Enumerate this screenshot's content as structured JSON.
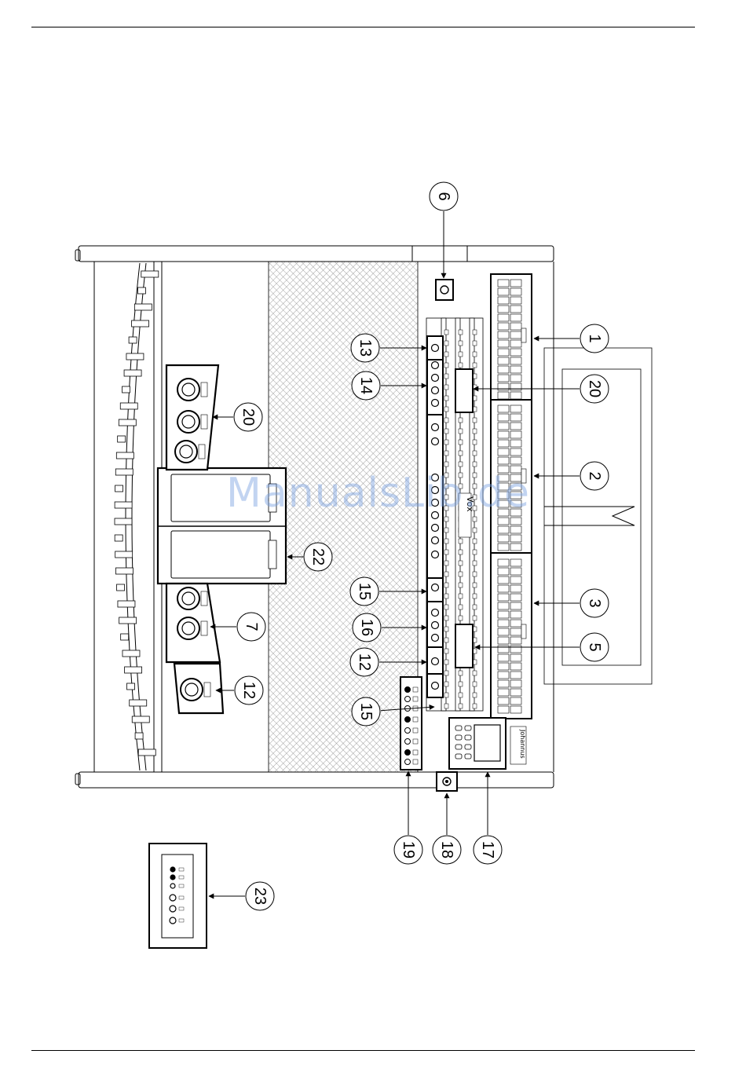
{
  "watermark": "ManualsLib.de",
  "brand_label": "Johannus",
  "display_label": "Vox",
  "callouts": [
    "1",
    "2",
    "3",
    "5",
    "6",
    "7",
    "12",
    "12",
    "13",
    "14",
    "15",
    "15",
    "16",
    "17",
    "18",
    "19",
    "20",
    "20",
    "22",
    "23"
  ],
  "colors": {
    "line": "#000000",
    "mesh": "#bdbdbd",
    "watermark": "#7aa0e1"
  },
  "icons": [
    "pedal-icon",
    "knob-icon",
    "button-icon",
    "jack-icon",
    "display-icon"
  ]
}
